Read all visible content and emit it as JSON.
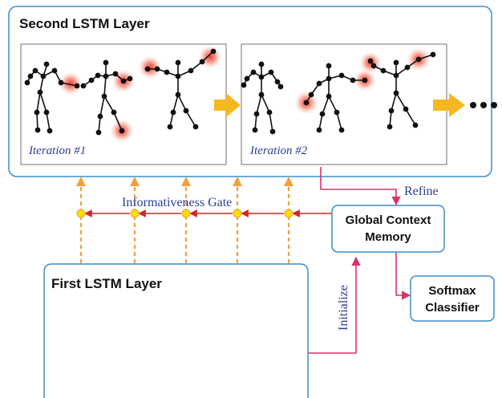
{
  "second_layer": {
    "title": "Second LSTM Layer",
    "iterations": [
      {
        "label": "Iteration #1"
      },
      {
        "label": "Iteration #2"
      }
    ],
    "ellipsis": "•••"
  },
  "first_layer": {
    "title": "First LSTM Layer"
  },
  "gate": {
    "label": "Informativeness Gate"
  },
  "refine": {
    "label": "Refine"
  },
  "global_context": {
    "line1": "Global Context",
    "line2": "Memory"
  },
  "initialize": {
    "label": "Initialize"
  },
  "softmax": {
    "line1": "Softmax",
    "line2": "Classifier"
  },
  "colors": {
    "box_border": "#3d8fc7",
    "arrow_magenta": "#d8336b",
    "arrow_red": "#d32525",
    "dashed_orange": "#f2a03d",
    "big_arrow": "#f5b820",
    "gate_dot": "#f5e000",
    "text_blue": "#2a3f8f"
  }
}
